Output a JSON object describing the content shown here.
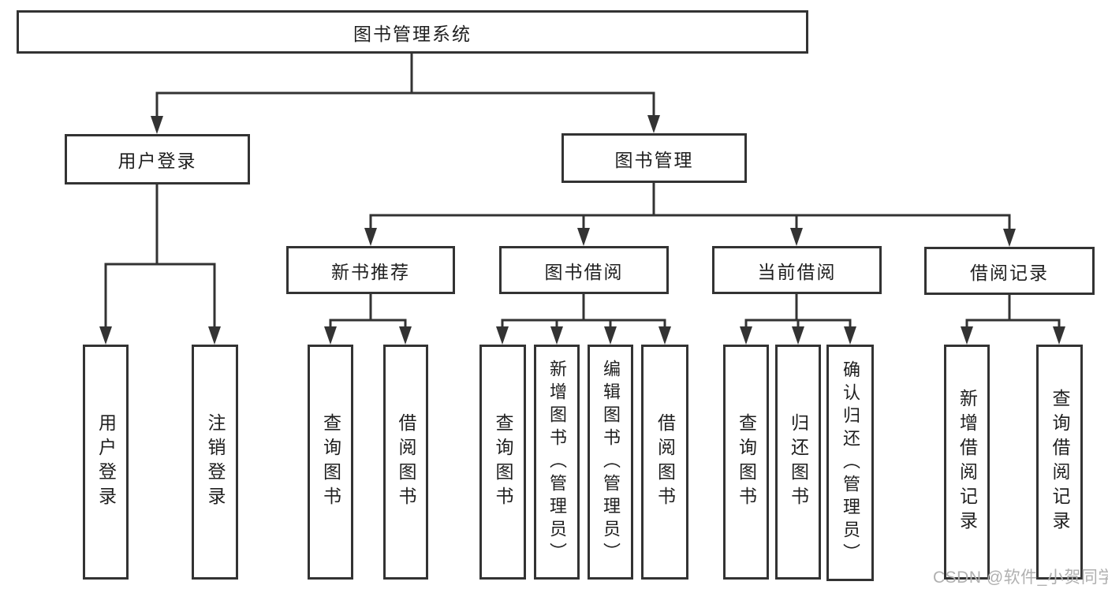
{
  "diagram": {
    "root": {
      "label": "图书管理系统"
    },
    "level2": [
      {
        "label": "用户登录"
      },
      {
        "label": "图书管理"
      }
    ],
    "level3": [
      {
        "label": "新书推荐"
      },
      {
        "label": "图书借阅"
      },
      {
        "label": "当前借阅"
      },
      {
        "label": "借阅记录"
      }
    ],
    "leaves": [
      {
        "label": "用户登录"
      },
      {
        "label": "注销登录"
      },
      {
        "label": "查询图书"
      },
      {
        "label": "借阅图书"
      },
      {
        "label": "查询图书"
      },
      {
        "label": "新增图书（管理员）"
      },
      {
        "label": "编辑图书（管理员）"
      },
      {
        "label": "借阅图书"
      },
      {
        "label": "查询图书"
      },
      {
        "label": "归还图书"
      },
      {
        "label": "确认归还（管理员）"
      },
      {
        "label": "新增借阅记录"
      },
      {
        "label": "查询借阅记录"
      }
    ],
    "watermark": "CSDN @软件_小贺同学",
    "colors": {
      "line": "#333333",
      "text": "#1f1f1f",
      "box_background": "#ffffff",
      "watermark": "#b0b0b0"
    }
  }
}
